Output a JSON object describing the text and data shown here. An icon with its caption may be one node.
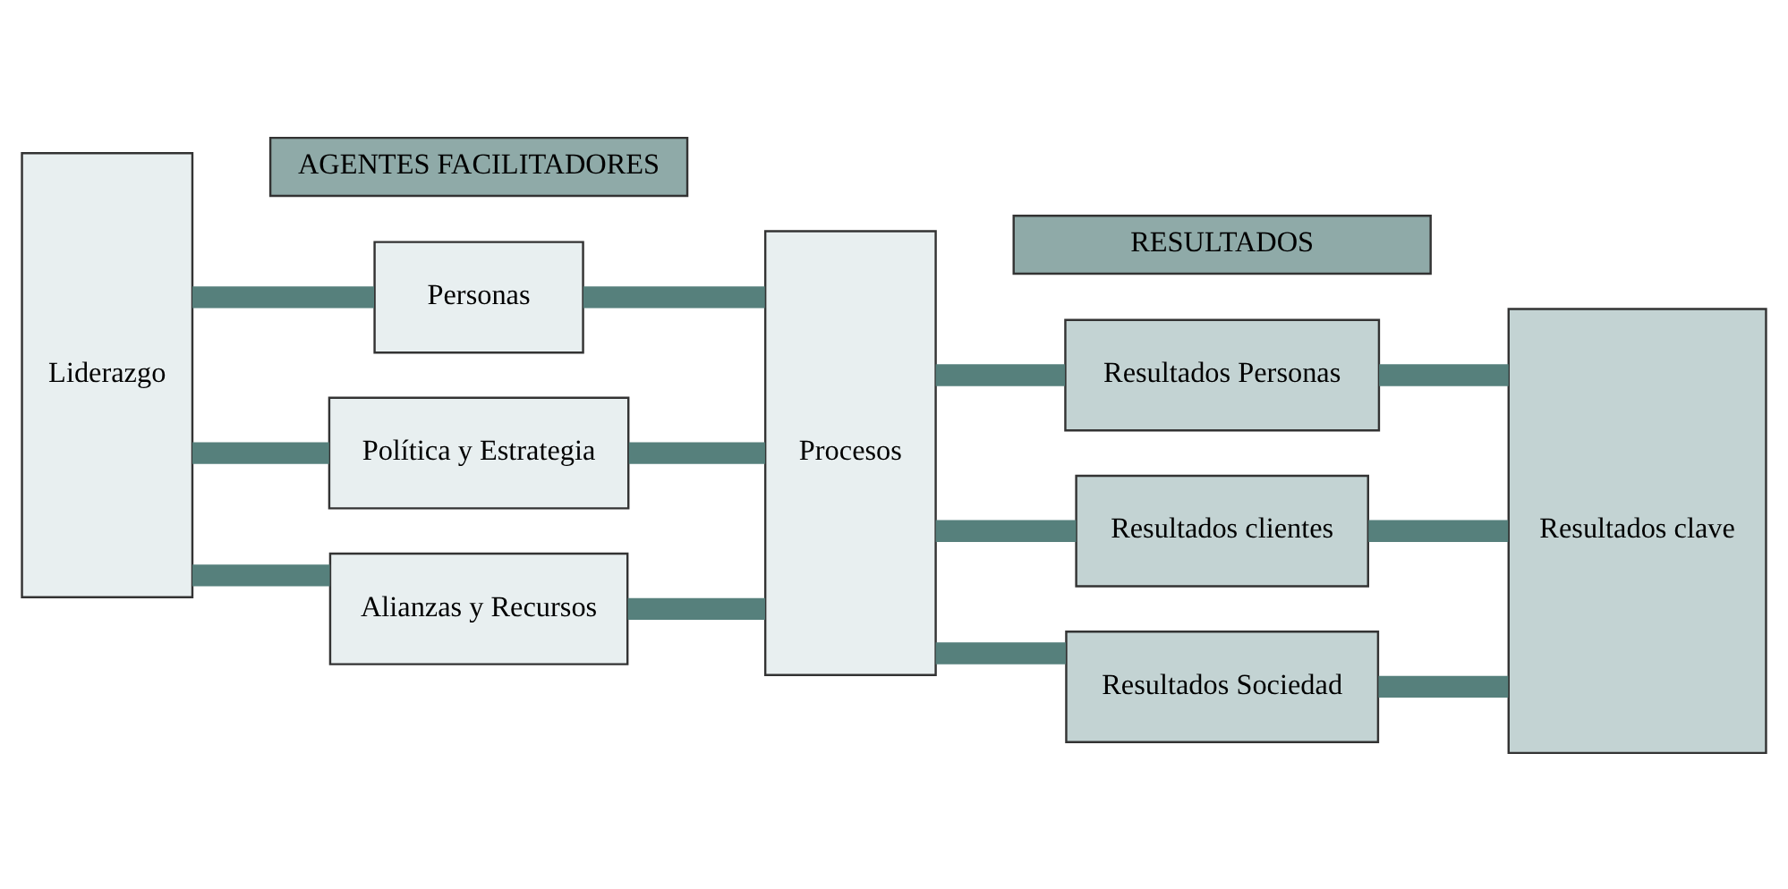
{
  "diagram": {
    "nodes": [
      {
        "text": [
          "AGENTES FACILITADORES"
        ]
      },
      {
        "text": [
          "RESULTADOS"
        ]
      },
      {
        "text": [
          "Liderazgo"
        ]
      },
      {
        "text": [
          "Personas"
        ]
      },
      {
        "text": [
          "Política y Estrategia"
        ]
      },
      {
        "text": [
          "Alianzas y Recursos"
        ]
      },
      {
        "text": [
          "Procesos"
        ]
      },
      {
        "text": [
          "Resultados Personas"
        ]
      },
      {
        "text": [
          "Resultados clientes"
        ]
      },
      {
        "text": [
          "Resultados Sociedad"
        ]
      },
      {
        "text": [
          "Resultados clave"
        ]
      }
    ],
    "edges": [
      {
        "from": 2,
        "to": 3,
        "arrow": "none"
      },
      {
        "from": 2,
        "to": 4,
        "arrow": "none"
      },
      {
        "from": 2,
        "to": 5,
        "arrow": "none"
      },
      {
        "from": 3,
        "to": 6,
        "arrow": "none"
      },
      {
        "from": 4,
        "to": 6,
        "arrow": "none"
      },
      {
        "from": 5,
        "to": 6,
        "arrow": "none"
      },
      {
        "from": 6,
        "to": 7,
        "arrow": "none"
      },
      {
        "from": 6,
        "to": 8,
        "arrow": "none"
      },
      {
        "from": 6,
        "to": 9,
        "arrow": "none"
      },
      {
        "from": 7,
        "to": 10,
        "arrow": "none"
      },
      {
        "from": 8,
        "to": 10,
        "arrow": "none"
      },
      {
        "from": 9,
        "to": 10,
        "arrow": "none"
      }
    ]
  }
}
